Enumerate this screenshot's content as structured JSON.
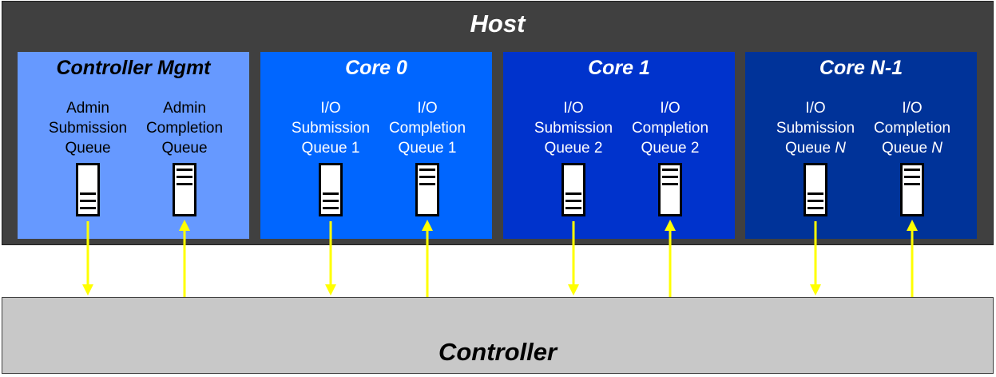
{
  "host": {
    "title": "Host",
    "background": "#404040"
  },
  "panels": [
    {
      "title": "Controller Mgmt",
      "background": "#6699ff",
      "title_color": "#000000",
      "text_color": "#000000",
      "queues": [
        {
          "line1": "Admin",
          "line2": "Submission",
          "line3": "Queue",
          "direction": "down",
          "icon": "submission-queue-icon"
        },
        {
          "line1": "Admin",
          "line2": "Completion",
          "line3": "Queue",
          "direction": "up",
          "icon": "completion-queue-icon"
        }
      ]
    },
    {
      "title": "Core 0",
      "background": "#0066ff",
      "title_color": "#ffffff",
      "text_color": "#ffffff",
      "queues": [
        {
          "line1": "I/O",
          "line2": "Submission",
          "line3": "Queue 1",
          "direction": "down",
          "icon": "submission-queue-icon"
        },
        {
          "line1": "I/O",
          "line2": "Completion",
          "line3": "Queue 1",
          "direction": "up",
          "icon": "completion-queue-icon"
        }
      ]
    },
    {
      "title": "Core 1",
      "background": "#0033cc",
      "title_color": "#ffffff",
      "text_color": "#ffffff",
      "queues": [
        {
          "line1": "I/O",
          "line2": "Submission",
          "line3": "Queue 2",
          "direction": "down",
          "icon": "submission-queue-icon"
        },
        {
          "line1": "I/O",
          "line2": "Completion",
          "line3": "Queue 2",
          "direction": "up",
          "icon": "completion-queue-icon"
        }
      ]
    },
    {
      "title": "Core N-1",
      "background": "#003399",
      "title_color": "#ffffff",
      "text_color": "#ffffff",
      "queues": [
        {
          "line1": "I/O",
          "line2": "Submission",
          "line3": "Queue N",
          "direction": "down",
          "icon": "submission-queue-icon"
        },
        {
          "line1": "I/O",
          "line2": "Completion",
          "line3": "Queue N",
          "direction": "up",
          "icon": "completion-queue-icon"
        }
      ]
    }
  ],
  "controller": {
    "title": "Controller",
    "background": "#c8c8c8"
  },
  "arrow_color": "#ffff00"
}
